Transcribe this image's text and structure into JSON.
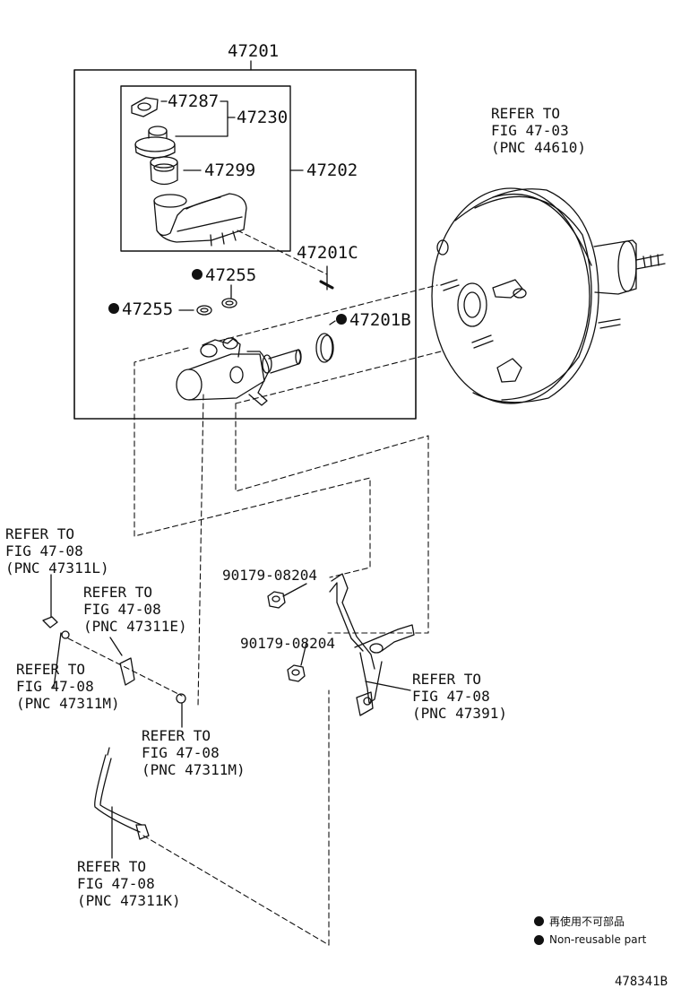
{
  "part_numbers": {
    "assembly": "47201",
    "cap_gasket": "47287",
    "cap_set": "47230",
    "strainer": "47299",
    "reservoir_set": "47202",
    "pin": "47201C",
    "grommet_upper": "47255",
    "grommet_lower": "47255",
    "gasket_ring": "47201B",
    "nut_upper": "90179-08204",
    "nut_lower": "90179-08204"
  },
  "references": {
    "booster": "REFER TO\nFIG 47-03\n(PNC 44610)",
    "pnc_47311L": "REFER TO\nFIG 47-08\n(PNC 47311L)",
    "pnc_47311E": "REFER TO\nFIG 47-08\n(PNC 47311E)",
    "pnc_47311M_left": "REFER TO\nFIG 47-08\n(PNC 47311M)",
    "pnc_47311M_center": "REFER TO\nFIG 47-08\n(PNC 47311M)",
    "pnc_47311K": "REFER TO\nFIG 47-08\n(PNC 47311K)",
    "pnc_47391": "REFER TO\nFIG 47-08\n(PNC 47391)"
  },
  "legend": {
    "japanese": "再使用不可部品",
    "english": "Non-reusable part"
  },
  "diagram_id": "478341B",
  "colors": {
    "ink": "#111111",
    "background": "#ffffff"
  },
  "icons": [
    "filled-circle-icon"
  ]
}
